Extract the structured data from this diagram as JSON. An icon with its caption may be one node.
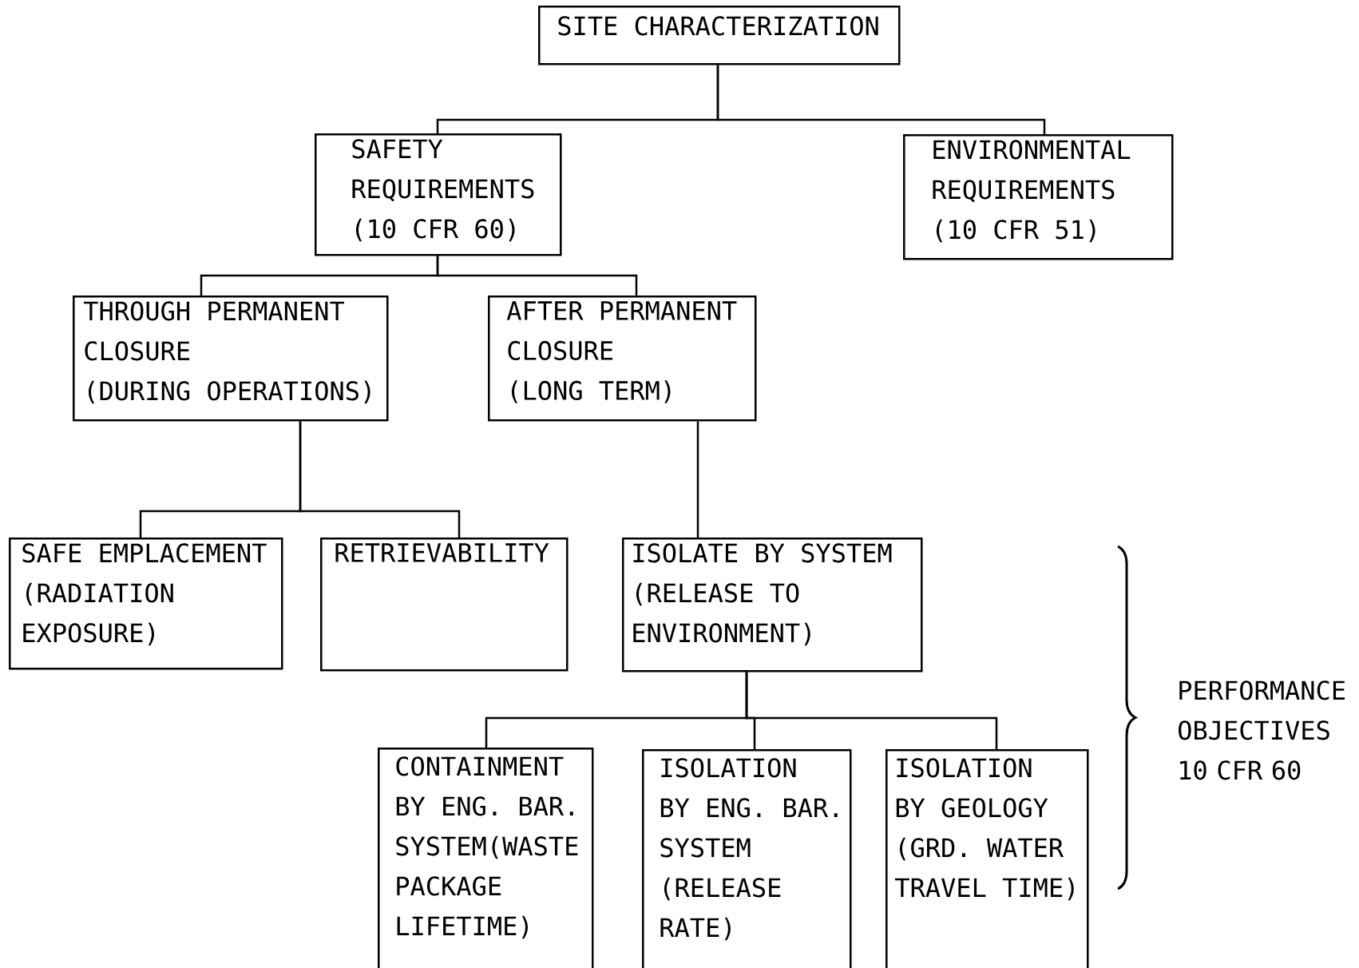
{
  "diagram": {
    "nodes": [
      {
        "text": [
          "SITE CHARACTERIZATION"
        ]
      },
      {
        "text": [
          "SAFETY REQUIREMENTS (10 CFR 60)"
        ]
      },
      {
        "text": [
          "ENVIRONMENTAL REQUIREMENTS (10 CFR 51)"
        ]
      },
      {
        "text": [
          "THROUGH PERMANENT CLOSURE",
          "(DURING OPERATIONS)"
        ]
      },
      {
        "text": [
          "AFTER PERMANENT CLOSURE",
          "(LONG TERM)"
        ]
      },
      {
        "text": [
          "SAFE EMPLACEMENT (RADIATION EXPOSURE)"
        ]
      },
      {
        "text": [
          "RETRIEVABILITY"
        ]
      },
      {
        "text": [
          "ISOLATE BY SYSTEM (RELEASE TO ENVIRONMENT)"
        ]
      },
      {
        "text": [
          "CONTAINMENT BY ENG. BAR. SYSTEM(WASTE PACKAGE LIFETIME)"
        ]
      },
      {
        "text": [
          "ISOLATION",
          "BY ENG. BAR. SYSTEM",
          "(RELEASE RATE)"
        ]
      },
      {
        "text": [
          "ISOLATION",
          "BY GEOLOGY",
          "(GRD. WATER TRAVEL TIME)"
        ]
      }
    ],
    "edges": [
      {
        "from": 0,
        "to": 1,
        "arrow": "none"
      },
      {
        "from": 0,
        "to": 2,
        "arrow": "none"
      },
      {
        "from": 1,
        "to": 3,
        "arrow": "none"
      },
      {
        "from": 1,
        "to": 4,
        "arrow": "none"
      },
      {
        "from": 3,
        "to": 5,
        "arrow": "none"
      },
      {
        "from": 3,
        "to": 6,
        "arrow": "none"
      },
      {
        "from": 4,
        "to": 7,
        "arrow": "none"
      },
      {
        "from": 7,
        "to": 8,
        "arrow": "none"
      },
      {
        "from": 7,
        "to": 9,
        "arrow": "none"
      },
      {
        "from": 7,
        "to": 10,
        "arrow": "none"
      }
    ],
    "labels": [
      "PERFORMANCE OBJECTIVES 10 CFR 60"
    ]
  }
}
